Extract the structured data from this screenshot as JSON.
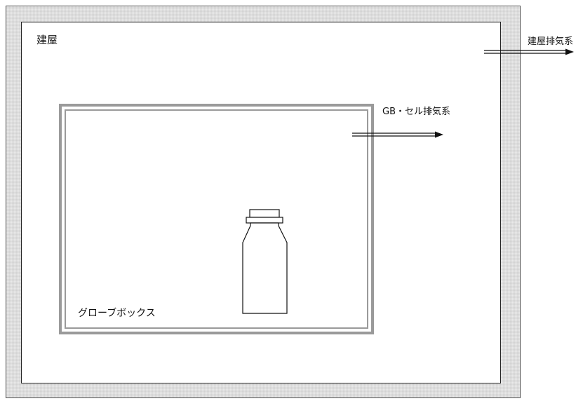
{
  "labels": {
    "building": "建屋",
    "building_exhaust": "建屋排気系",
    "gb_cell_exhaust": "GB・セル排気系",
    "glovebox": "グローブボックス"
  },
  "icons": {
    "bottle": "bottle-icon",
    "exhaust_arrow": "double-line-arrow-icon"
  },
  "colors": {
    "wall_fill": "#e9e9e9",
    "glovebox_border": "#9a9a9a",
    "line": "#111111"
  }
}
